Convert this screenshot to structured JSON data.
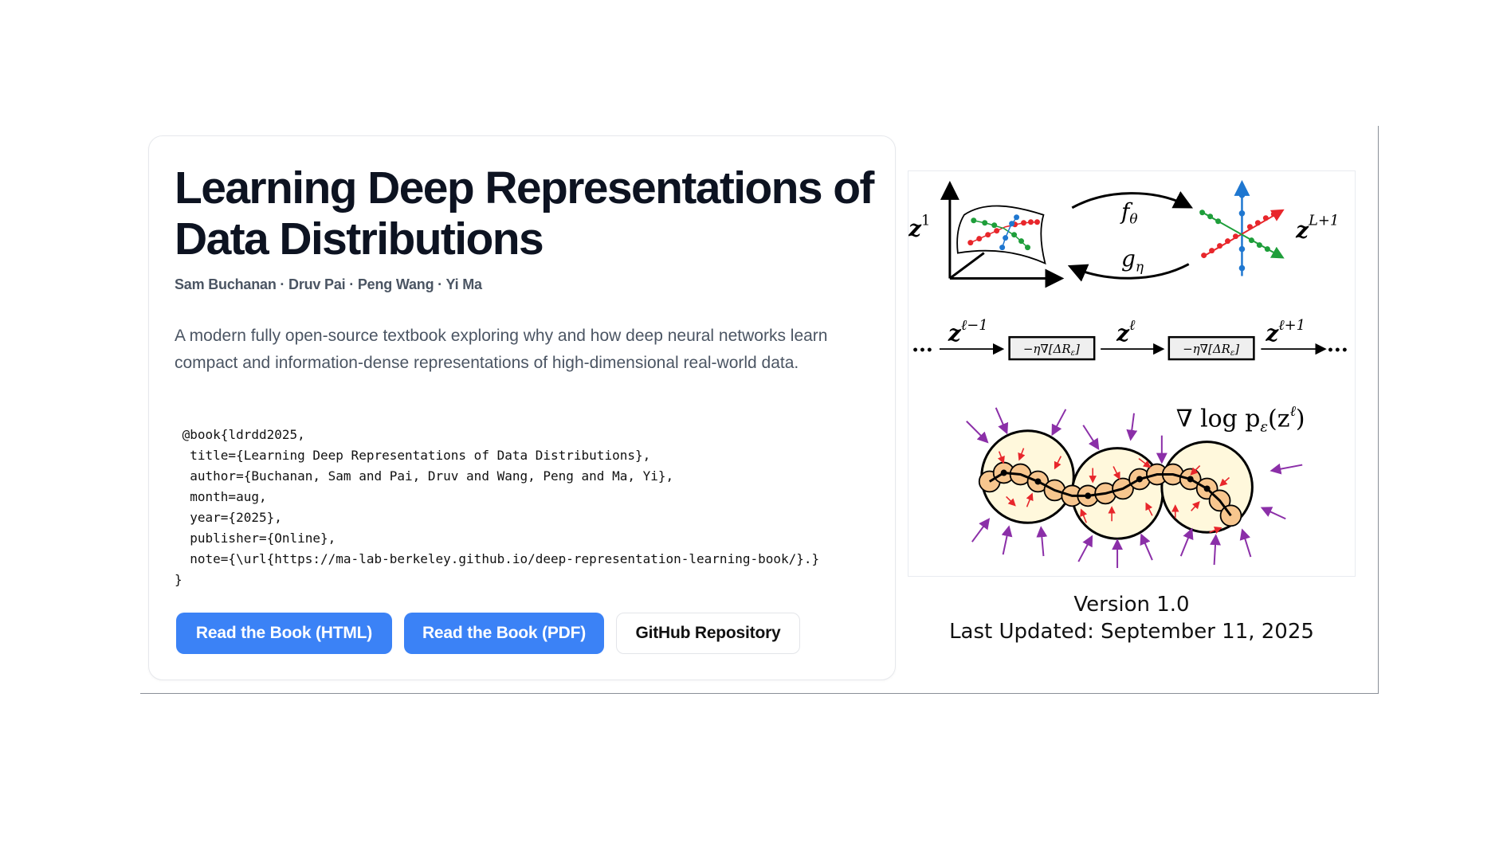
{
  "book": {
    "title": "Learning Deep Representations of Data Distributions",
    "authors": "Sam Buchanan · Druv Pai · Peng Wang · Yi Ma",
    "description": "A modern fully open-source textbook exploring why and how deep neural networks learn compact and information-dense representations of high-dimensional real-world data.",
    "bibtex": " @book{ldrdd2025,\n  title={Learning Deep Representations of Data Distributions},\n  author={Buchanan, Sam and Pai, Druv and Wang, Peng and Ma, Yi},\n  month=aug,\n  year={2025},\n  publisher={Online},\n  note={\\url{https://ma-lab-berkeley.github.io/deep-representation-learning-book/}.}\n}"
  },
  "buttons": {
    "html": "Read the Book (HTML)",
    "pdf": "Read the Book (PDF)",
    "github": "GitHub Repository"
  },
  "figure": {
    "z": "z",
    "sup_1": "1",
    "sup_L1": "L+1",
    "f": "f",
    "f_sub": "θ",
    "g": "g",
    "g_sub": "η",
    "sup_lm1": "ℓ−1",
    "sup_l": "ℓ",
    "sup_lp1": "ℓ+1",
    "dots": "•••",
    "op": "−η∇[ΔR",
    "op_sub": "ε",
    "op_end": "]",
    "grad": "∇ log p",
    "grad_sub": "ε",
    "grad_arg": "(z",
    "grad_end": ")"
  },
  "meta": {
    "version": "Version 1.0",
    "updated": "Last Updated: September 11, 2025"
  },
  "colors": {
    "primary": "#3b82f6",
    "title": "#0d1321",
    "muted": "#4b5563"
  }
}
